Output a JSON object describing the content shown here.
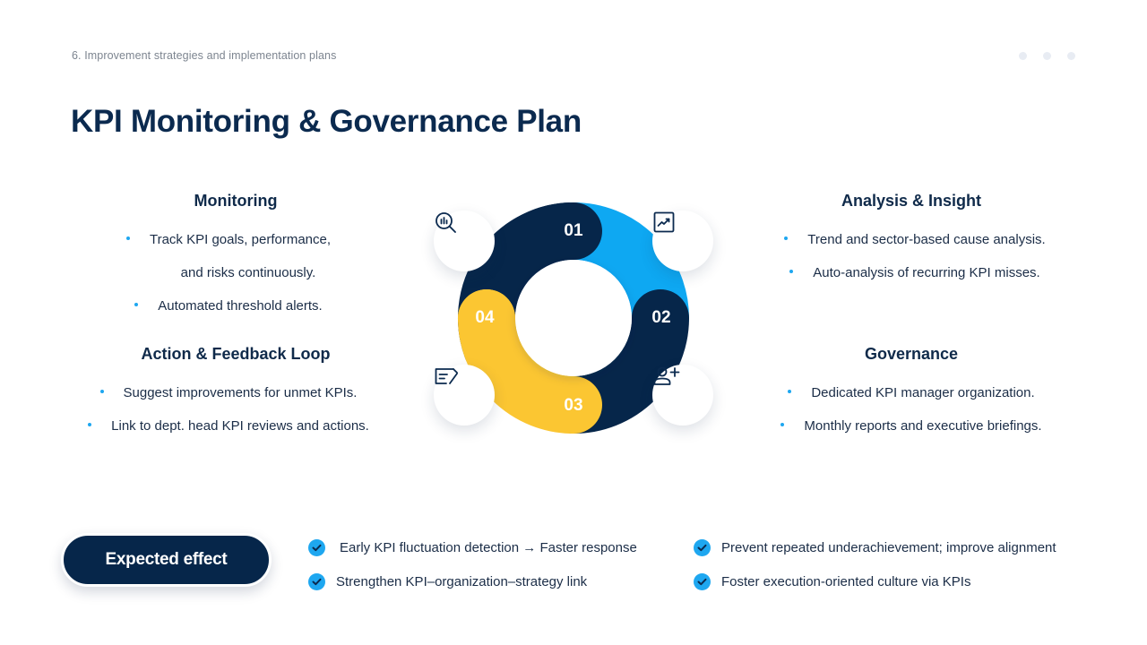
{
  "header": {
    "breadcrumb": "6. Improvement strategies and implementation plans",
    "page_dots": 3,
    "title": "KPI Monitoring & Governance Plan"
  },
  "colors": {
    "navy": "#06264a",
    "blue": "#0ea8f2",
    "yellow": "#fbc632",
    "bullet": "#1ea7f0",
    "text": "#1b2d47"
  },
  "blocks": {
    "monitoring": {
      "title": "Monitoring",
      "items": [
        "Track KPI goals, performance,",
        "and risks continuously.",
        "Automated threshold alerts."
      ]
    },
    "action": {
      "title": "Action & Feedback Loop",
      "items": [
        "Suggest improvements for unmet KPIs.",
        "Link to dept. head KPI reviews and actions."
      ]
    },
    "analysis": {
      "title": "Analysis & Insight",
      "items": [
        "Trend and sector-based cause analysis.",
        "Auto-analysis of recurring KPI misses."
      ]
    },
    "governance": {
      "title": "Governance",
      "items": [
        "Dedicated KPI manager organization.",
        "Monthly reports and executive briefings."
      ]
    }
  },
  "cycle": {
    "segments": [
      {
        "num": "01",
        "color": "navy",
        "icon": "search-chart-icon"
      },
      {
        "num": "02",
        "color": "blue",
        "icon": "trend-chart-icon"
      },
      {
        "num": "03",
        "color": "navy",
        "icon": "add-user-icon"
      },
      {
        "num": "04",
        "color": "yellow",
        "icon": "edit-document-icon"
      }
    ]
  },
  "effects": {
    "label": "Expected effect",
    "items": [
      "Early KPI fluctuation detection → Faster response",
      "Strengthen KPI–organization–strategy link",
      "Prevent repeated underachievement; improve alignment",
      "Foster execution-oriented culture via KPIs"
    ]
  }
}
